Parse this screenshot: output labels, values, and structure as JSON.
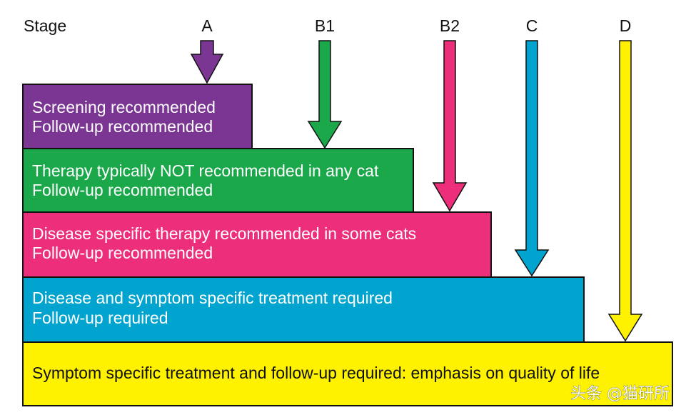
{
  "stage_label": "Stage",
  "stages": [
    {
      "label": "A",
      "color": "#7B3593"
    },
    {
      "label": "B1",
      "color": "#1AA84A"
    },
    {
      "label": "B2",
      "color": "#EC2E7B"
    },
    {
      "label": "C",
      "color": "#00A4CF"
    },
    {
      "label": "D",
      "color": "#FFF200"
    }
  ],
  "blocks": [
    {
      "stage": "A",
      "line1": "Screening recommended",
      "line2": "Follow-up recommended",
      "color": "#7B3593"
    },
    {
      "stage": "B1",
      "line1": "Therapy typically NOT recommended in any cat",
      "line2": "Follow-up recommended",
      "color": "#1AA84A"
    },
    {
      "stage": "B2",
      "line1": "Disease specific therapy recommended in some cats",
      "line2": "Follow-up recommended",
      "color": "#EC2E7B"
    },
    {
      "stage": "C",
      "line1": "Disease and symptom specific treatment required",
      "line2": "Follow-up required",
      "color": "#00A4CF"
    },
    {
      "stage": "D",
      "line1": "Symptom specific treatment and follow-up required: emphasis on quality of life",
      "color": "#FFF200"
    }
  ],
  "watermark": "头条 @猫研所"
}
